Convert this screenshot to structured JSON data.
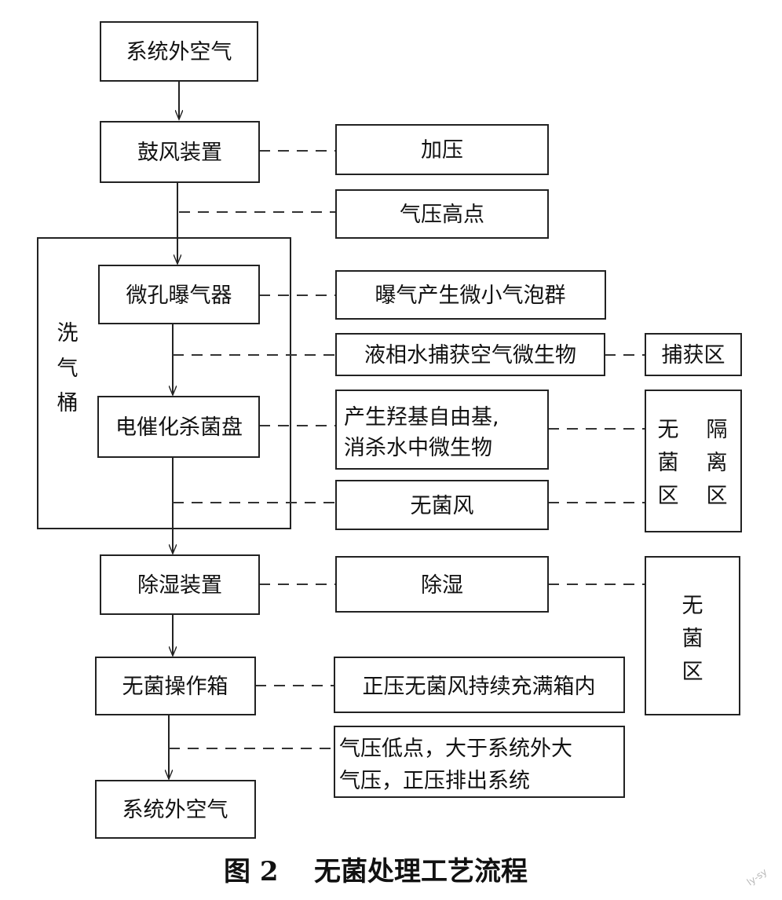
{
  "main_flow": [
    "系统外空气",
    "鼓风装置",
    "微孔曝气器",
    "电催化杀菌盘",
    "除湿装置",
    "无菌操作箱",
    "系统外空气"
  ],
  "annotations": {
    "pressurize": "加压",
    "pressure_high": "气压高点",
    "bubbles": "曝气产生微小气泡群",
    "liquid_capture": "液相水捕获空气微生物",
    "capture_zone": "捕获区",
    "radicals": [
      "产生羟基自由基,",
      "消杀水中微生物"
    ],
    "sterile_air": "无菌风",
    "dehumidify": "除湿",
    "positive_pressure": "正压无菌风持续充满箱内",
    "pressure_low": [
      "气压低点，大于系统外大",
      "气压，正压排出系统"
    ]
  },
  "wash_tank": [
    "洗",
    "气",
    "桶"
  ],
  "isolation_zone": {
    "col1": [
      "无",
      "菌",
      "区"
    ],
    "col2": [
      "隔",
      "离",
      "区"
    ]
  },
  "sterile_zone": [
    "无",
    "菌",
    "区"
  ],
  "caption": {
    "label": "图 2",
    "title": "无菌处理工艺流程"
  },
  "watermark": "ly-sy"
}
